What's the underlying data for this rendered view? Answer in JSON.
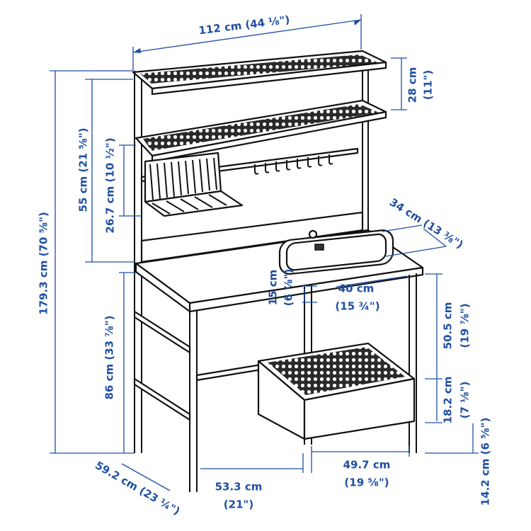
{
  "colors": {
    "dimension": "#1f4fa3",
    "outline": "#111111"
  },
  "dimensions": {
    "total_width": "112 cm (44 ⅛\")",
    "shelf_gap_cm": "28 cm",
    "shelf_gap_in": "(11\")",
    "upper_height": "55 cm (21 ⅝\")",
    "rail_height": "26.7 cm (10 ½\")",
    "total_height": "179.3 cm (70 ⅝\")",
    "sink_depth": "34 cm (13 ⅜\")",
    "sink_bowl_depth_cm": "15 cm",
    "sink_bowl_depth_in": "(6 ⅞\")",
    "sink_width_cm": "40 cm",
    "sink_width_in": "(15 ¾\")",
    "counter_height": "86 cm (33 ⅞\")",
    "under_sink_cm": "50.5 cm",
    "under_sink_in": "(19 ⅞\")",
    "drawer_height_cm": "18.2 cm",
    "drawer_height_in": "(7 ⅛\")",
    "floor_clearance": "14.2 cm (6 ⅝\")",
    "depth": "59.2 cm (23 ¼\")",
    "left_width_cm": "53.3 cm",
    "left_width_in": "(21\")",
    "right_width_cm": "49.7 cm",
    "right_width_in": "(19 ⅝\")"
  }
}
